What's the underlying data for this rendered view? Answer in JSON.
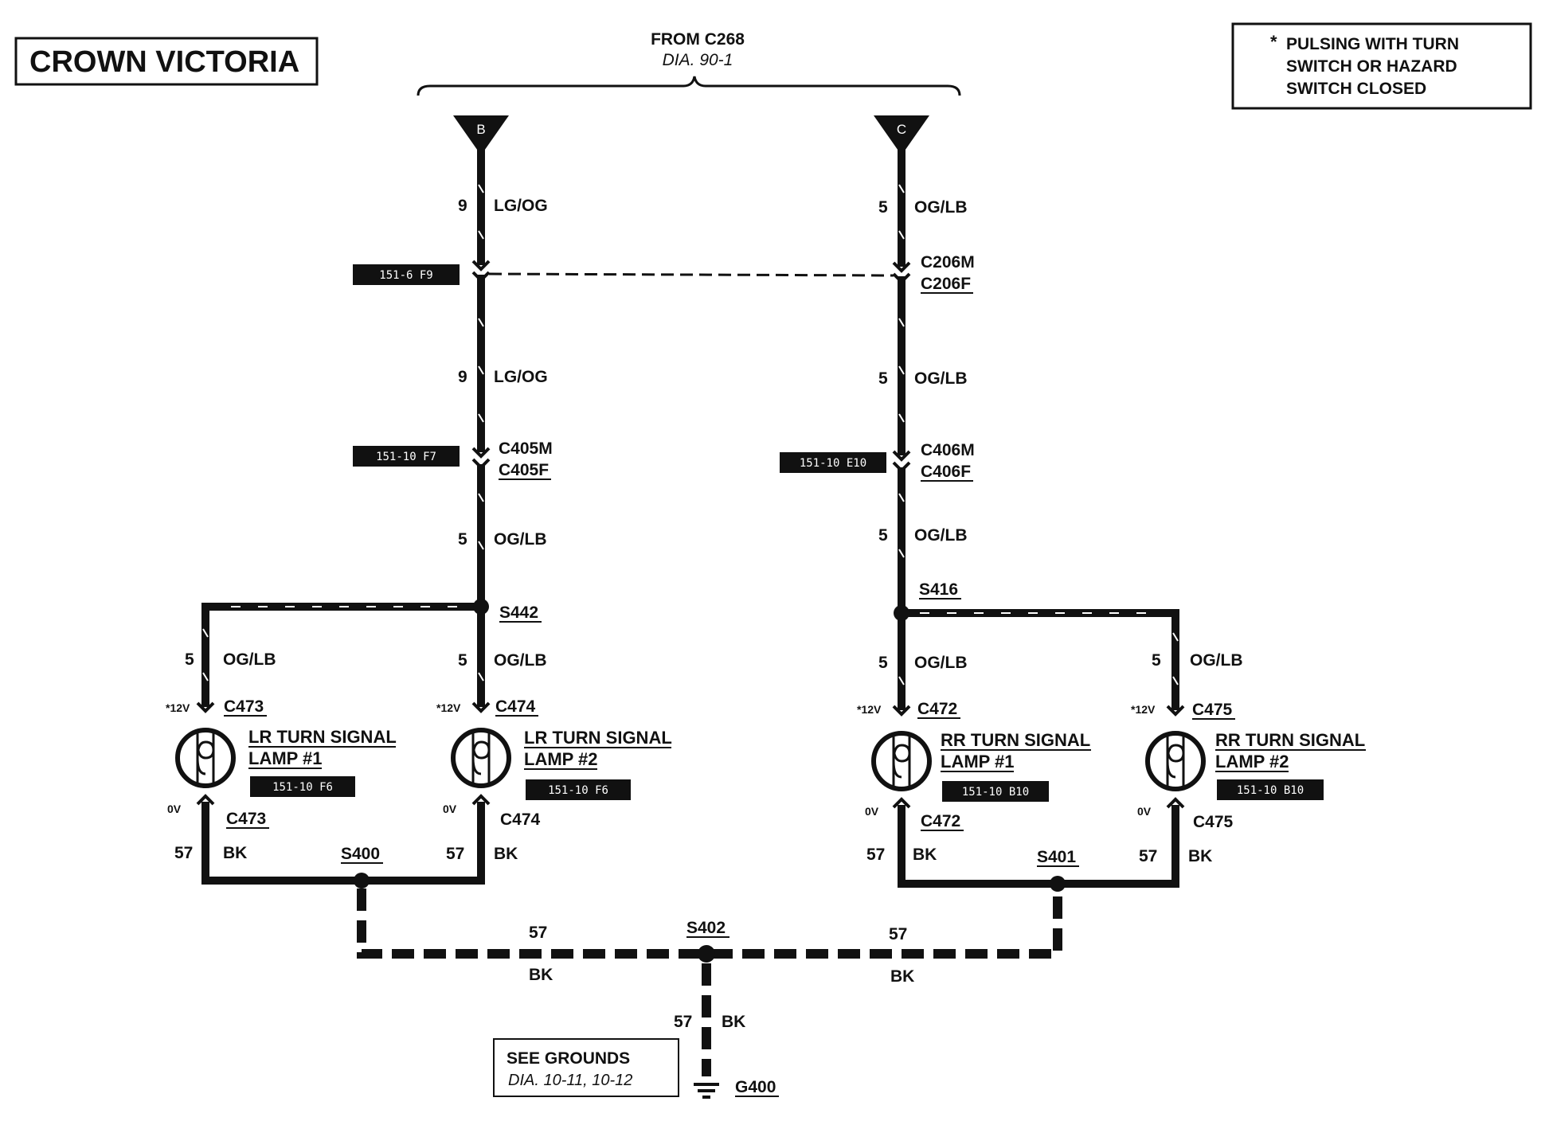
{
  "vehicle_title": "CROWN VICTORIA",
  "source": {
    "title": "FROM C268",
    "dia": "DIA. 90-1"
  },
  "note": {
    "star": "*",
    "line1": "PULSING WITH TURN",
    "line2": "SWITCH OR HAZARD",
    "line3": "SWITCH CLOSED"
  },
  "terminals": {
    "b": "B",
    "c": "C"
  },
  "wires": {
    "w9": "9",
    "lgog": "LG/OG",
    "w5": "5",
    "oglb": "OG/LB",
    "w57": "57",
    "bk": "BK"
  },
  "connectors": {
    "c206m": "C206M",
    "c206f": "C206F",
    "c405m": "C405M",
    "c405f": "C405F",
    "c406m": "C406M",
    "c406f": "C406F",
    "c473": "C473",
    "c474": "C474",
    "c472": "C472",
    "c475": "C475"
  },
  "locators": {
    "l_c206": "151-6 F9",
    "l_c405": "151-10 F7",
    "l_c406": "151-10 E10",
    "l_lr1": "151-10 F6",
    "l_lr2": "151-10 F6",
    "l_rr1": "151-10 B10",
    "l_rr2": "151-10 B10"
  },
  "splices": {
    "s442": "S442",
    "s416": "S416",
    "s400": "S400",
    "s401": "S401",
    "s402": "S402"
  },
  "voltages": {
    "v12": "*12V",
    "v0": "0V"
  },
  "lamps": {
    "lr1": {
      "line1": "LR TURN SIGNAL",
      "line2": "LAMP #1"
    },
    "lr2": {
      "line1": "LR TURN SIGNAL",
      "line2": "LAMP #2"
    },
    "rr1": {
      "line1": "RR TURN SIGNAL",
      "line2": "LAMP #1"
    },
    "rr2": {
      "line1": "RR TURN SIGNAL",
      "line2": "LAMP #2"
    }
  },
  "grounds": {
    "title": "SEE GROUNDS",
    "dia": "DIA. 10-11, 10-12",
    "g400": "G400"
  }
}
